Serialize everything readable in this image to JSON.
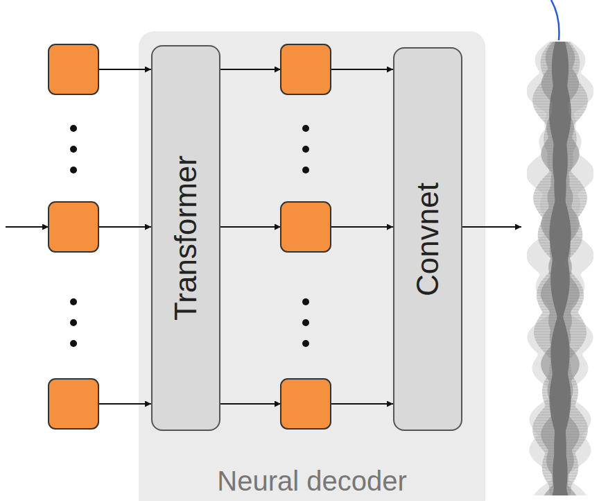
{
  "diagram": {
    "nodes": [
      {
        "text": [
          "Neural decoder"
        ]
      },
      {
        "text": [
          "Transformer"
        ],
        "in": 0
      },
      {
        "text": [
          "Convnet"
        ],
        "in": 0
      }
    ]
  }
}
